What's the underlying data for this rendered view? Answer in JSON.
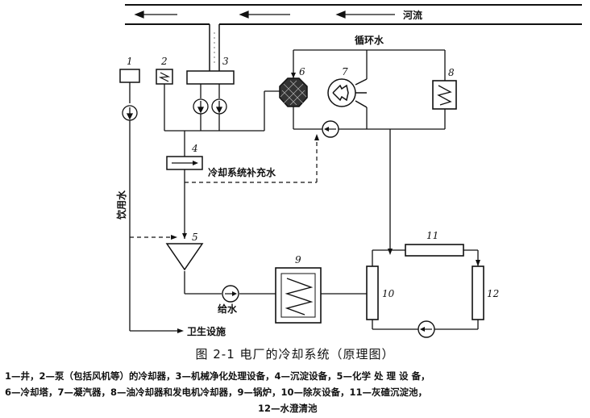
{
  "river": {
    "label": "河流"
  },
  "labels": {
    "circulating_water": "循环水",
    "makeup_water": "冷却系统补充水",
    "drinking_water": "饮用水",
    "feed_water": "给水",
    "sanitary": "卫生设施"
  },
  "numbers": [
    "1",
    "2",
    "3",
    "4",
    "5",
    "6",
    "7",
    "8",
    "9",
    "10",
    "11",
    "12"
  ],
  "caption": "图  2-1   电厂的冷却系统（原理图）",
  "legend": {
    "line1": "1—井，2—泵（包括风机等）的冷却器，3—机械净化处理设备，4—沉淀设备，5—化学 处 理 设 备，",
    "line2": "6—冷却塔，7—凝汽器，8—油冷却器和发电机冷却器，9—锅炉，10—除灰设备，11—灰碴沉淀池，",
    "line3": "12—水澄清池"
  }
}
